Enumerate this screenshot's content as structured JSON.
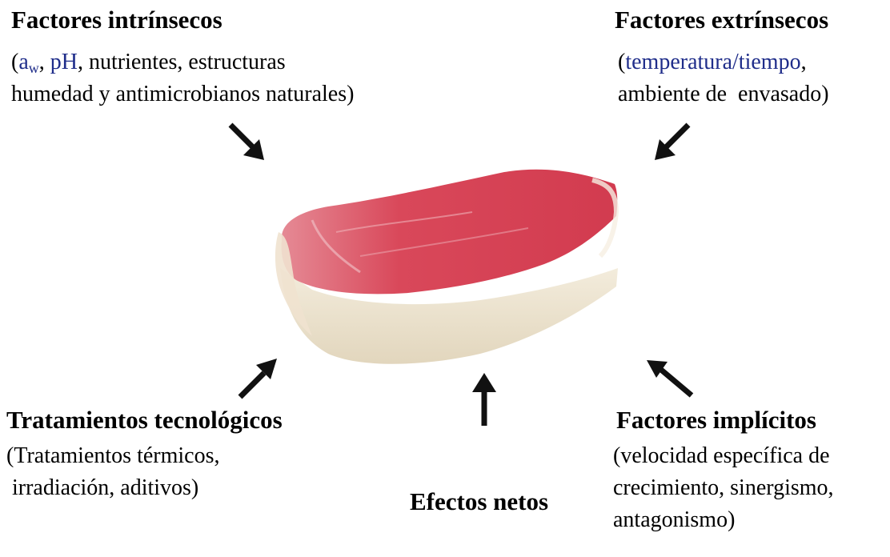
{
  "colors": {
    "text": "#000000",
    "highlight": "#1f2d8a",
    "arrow": "#111111",
    "meat_red": "#d8485a",
    "fat": "#efe7d4"
  },
  "intrinsic": {
    "title": "Factores intrínsecos",
    "open_paren": "(",
    "aw_base": "a",
    "aw_sub": "w",
    "sep1": ", ",
    "ph": "pH",
    "rest1": ", nutrientes, estructuras",
    "line2": "humedad y antimicrobianos naturales)"
  },
  "extrinsic": {
    "title": "Factores extrínsecos",
    "open_paren": "(",
    "temp": "temperatura/tiempo",
    "rest1": ",",
    "line2": "ambiente de  envasado)"
  },
  "technological": {
    "title": "Tratamientos tecnológicos",
    "line1": "(Tratamientos térmicos,",
    "line2": " irradiación, aditivos)"
  },
  "implicit": {
    "title": "Factores implícitos",
    "line1": "(velocidad específica de",
    "line2": "crecimiento, sinergismo,",
    "line3": "antagonismo)"
  },
  "net": {
    "label": "Efectos netos"
  },
  "image": {
    "subject": "meat-steak"
  }
}
